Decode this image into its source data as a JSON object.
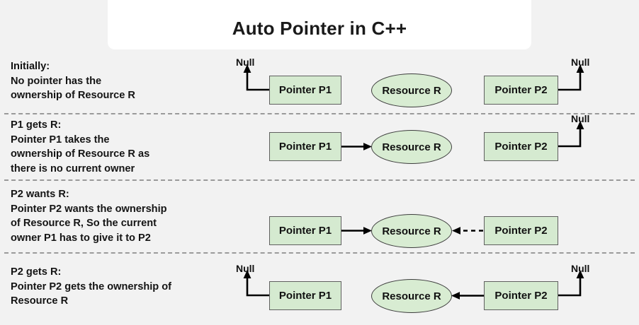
{
  "title": {
    "text": "Auto Pointer in C++"
  },
  "colors": {
    "background": "#f2f2f2",
    "card": "#ffffff",
    "node_fill": "#d5ead0",
    "node_stroke": "#5f5f5f",
    "ellipse_fill": "#d8ecd2",
    "ellipse_stroke": "#3d3d3d",
    "arrow": "#000000",
    "separator": "#9a9a9a",
    "text": "#111111"
  },
  "labels": {
    "pointer_p1": "Pointer P1",
    "pointer_p2": "Pointer P2",
    "resource_r": "Resource R",
    "null": "Null"
  },
  "rows": [
    {
      "id": "initially",
      "heading": "Initially:",
      "description": "Initially:\nNo pointer has the\nownership of Resource R",
      "p1": {
        "label": "Pointer P1",
        "null_label": "Null",
        "points_to": "null",
        "null_side": "left"
      },
      "resource": {
        "label": "Resource R",
        "owned_by": "none"
      },
      "p2": {
        "label": "Pointer P2",
        "null_label": "Null",
        "points_to": "null",
        "null_side": "right"
      },
      "arrows": []
    },
    {
      "id": "p1-gets-r",
      "heading": "P1 gets R:",
      "description": "P1 gets R:\nPointer P1 takes the\nownership of Resource R as\nthere is no current owner",
      "p1": {
        "label": "Pointer P1",
        "null_label": null,
        "points_to": "resource",
        "null_side": null
      },
      "resource": {
        "label": "Resource R",
        "owned_by": "P1"
      },
      "p2": {
        "label": "Pointer P2",
        "null_label": "Null",
        "points_to": "null",
        "null_side": "right"
      },
      "arrows": [
        {
          "from": "P1",
          "to": "Resource R",
          "style": "solid",
          "direction": "right"
        }
      ]
    },
    {
      "id": "p2-wants-r",
      "heading": "P2 wants R:",
      "description": "P2 wants R:\nPointer P2 wants the ownership\nof Resource R, So the current\nowner P1 has to give it to P2",
      "p1": {
        "label": "Pointer P1",
        "null_label": null,
        "points_to": "resource",
        "null_side": null
      },
      "resource": {
        "label": "Resource R",
        "owned_by": "P1"
      },
      "p2": {
        "label": "Pointer P2",
        "null_label": null,
        "points_to": "resource-requested",
        "null_side": null
      },
      "arrows": [
        {
          "from": "P1",
          "to": "Resource R",
          "style": "solid",
          "direction": "right"
        },
        {
          "from": "P2",
          "to": "Resource R",
          "style": "dashed",
          "direction": "left"
        }
      ]
    },
    {
      "id": "p2-gets-r",
      "heading": "P2 gets R:",
      "description": "P2 gets R:\nPointer P2 gets the ownership of\nResource R",
      "p1": {
        "label": "Pointer P1",
        "null_label": "Null",
        "points_to": "null",
        "null_side": "left"
      },
      "resource": {
        "label": "Resource R",
        "owned_by": "P2"
      },
      "p2": {
        "label": "Pointer P2",
        "null_label": "Null",
        "points_to": "resource",
        "null_side": "right"
      },
      "arrows": [
        {
          "from": "P2",
          "to": "Resource R",
          "style": "solid",
          "direction": "left"
        }
      ]
    }
  ]
}
